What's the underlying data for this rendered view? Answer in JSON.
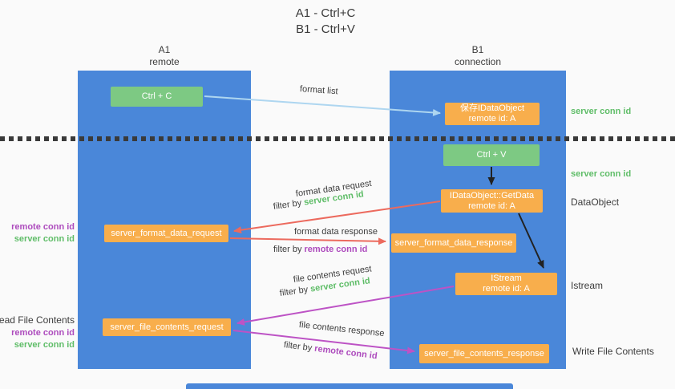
{
  "title": {
    "line1": "A1 - Ctrl+C",
    "line2": "B1 - Ctrl+V"
  },
  "lifelines": {
    "a1": {
      "name": "A1",
      "role": "remote"
    },
    "b1": {
      "name": "B1",
      "role": "connection"
    }
  },
  "nodes": {
    "ctrl_c": {
      "label": "Ctrl + C"
    },
    "ctrl_v": {
      "label": "Ctrl + V"
    },
    "save_dataobject": {
      "line1": "保存IDataObject",
      "line2": "remote id: A"
    },
    "getdata": {
      "line1": "IDataObject::GetData",
      "line2": "remote id: A"
    },
    "format_request": {
      "label": "server_format_data_request"
    },
    "format_response": {
      "label": "server_format_data_response"
    },
    "istream": {
      "line1": "IStream",
      "line2": "remote id: A"
    },
    "file_request": {
      "label": "server_file_contents_request"
    },
    "file_response": {
      "label": "server_file_contents_response"
    }
  },
  "edge_labels": {
    "format_list": "format list",
    "format_data_request": "format data request",
    "format_data_response": "format data response",
    "file_contents_request": "file contents request",
    "file_contents_response": "file contents response",
    "filter_by": "filter by",
    "server_conn_id": "server conn id",
    "remote_conn_id": "remote conn id"
  },
  "annotations": {
    "right_save": "server conn id",
    "right_ctrlv": "server conn id",
    "right_getdata": "DataObject",
    "right_istream": "Istream",
    "right_file_response": "Write File Contents",
    "left_remote_conn_id": "remote conn id",
    "left_server_conn_id": "server conn id",
    "left_read_file": "Read File Contents"
  },
  "colors": {
    "lifeline_blue": "#4a87d9",
    "box_green": "#7dc983",
    "box_orange": "#f8ae4c",
    "arrow_light_blue": "#aed6f0",
    "arrow_red": "#ec6a5e",
    "arrow_magenta": "#bd53c5",
    "arrow_black": "#222222",
    "text_green": "#5fbd68",
    "text_purple": "#ad4bbd",
    "text_dark": "#3c3c3c"
  }
}
